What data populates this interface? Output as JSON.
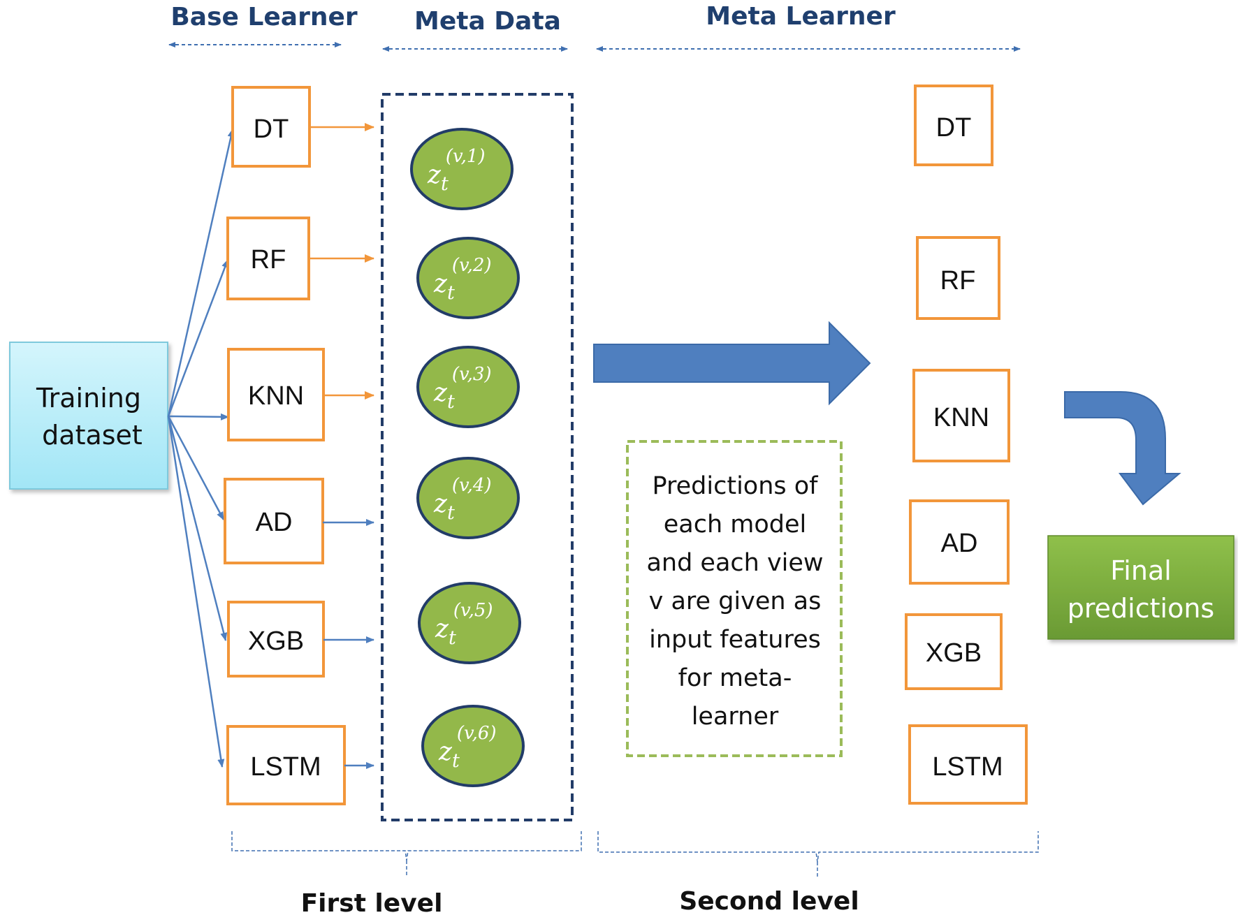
{
  "headers": {
    "base_learner": "Base Learner",
    "meta_data": "Meta Data",
    "meta_learner": "Meta Learner"
  },
  "training_dataset": {
    "line1": "Training",
    "line2": "dataset"
  },
  "base_models": [
    "DT",
    "RF",
    "KNN",
    "AD",
    "XGB",
    "LSTM"
  ],
  "meta_features": [
    {
      "base": "z",
      "sub": "t",
      "sup": "(v,1)"
    },
    {
      "base": "z",
      "sub": "t",
      "sup": "(v,2)"
    },
    {
      "base": "z",
      "sub": "t",
      "sup": "(v,3)"
    },
    {
      "base": "z",
      "sub": "t",
      "sup": "(v,4)"
    },
    {
      "base": "z",
      "sub": "t",
      "sup": "(v,5)"
    },
    {
      "base": "z",
      "sub": "t",
      "sup": "(v,6)"
    }
  ],
  "meta_models": [
    "DT",
    "RF",
    "KNN",
    "AD",
    "XGB",
    "LSTM"
  ],
  "note_lines": [
    "Predictions of",
    "each model",
    "and each view",
    "v are given as",
    "input features",
    "for meta-",
    "learner"
  ],
  "final": {
    "line1": "Final",
    "line2": "predictions"
  },
  "levels": {
    "first": "First level",
    "second": "Second level"
  },
  "colors": {
    "orange_border": "#f2963a",
    "blue_arrow": "#4f7fbf",
    "orange_arrow": "#f2963a",
    "ellipse_fill": "#93b84a",
    "dashed_navy": "#223c68",
    "note_border": "#9bbb59",
    "final_fill": "#77a33c",
    "training_fill": "#aee9f7"
  }
}
